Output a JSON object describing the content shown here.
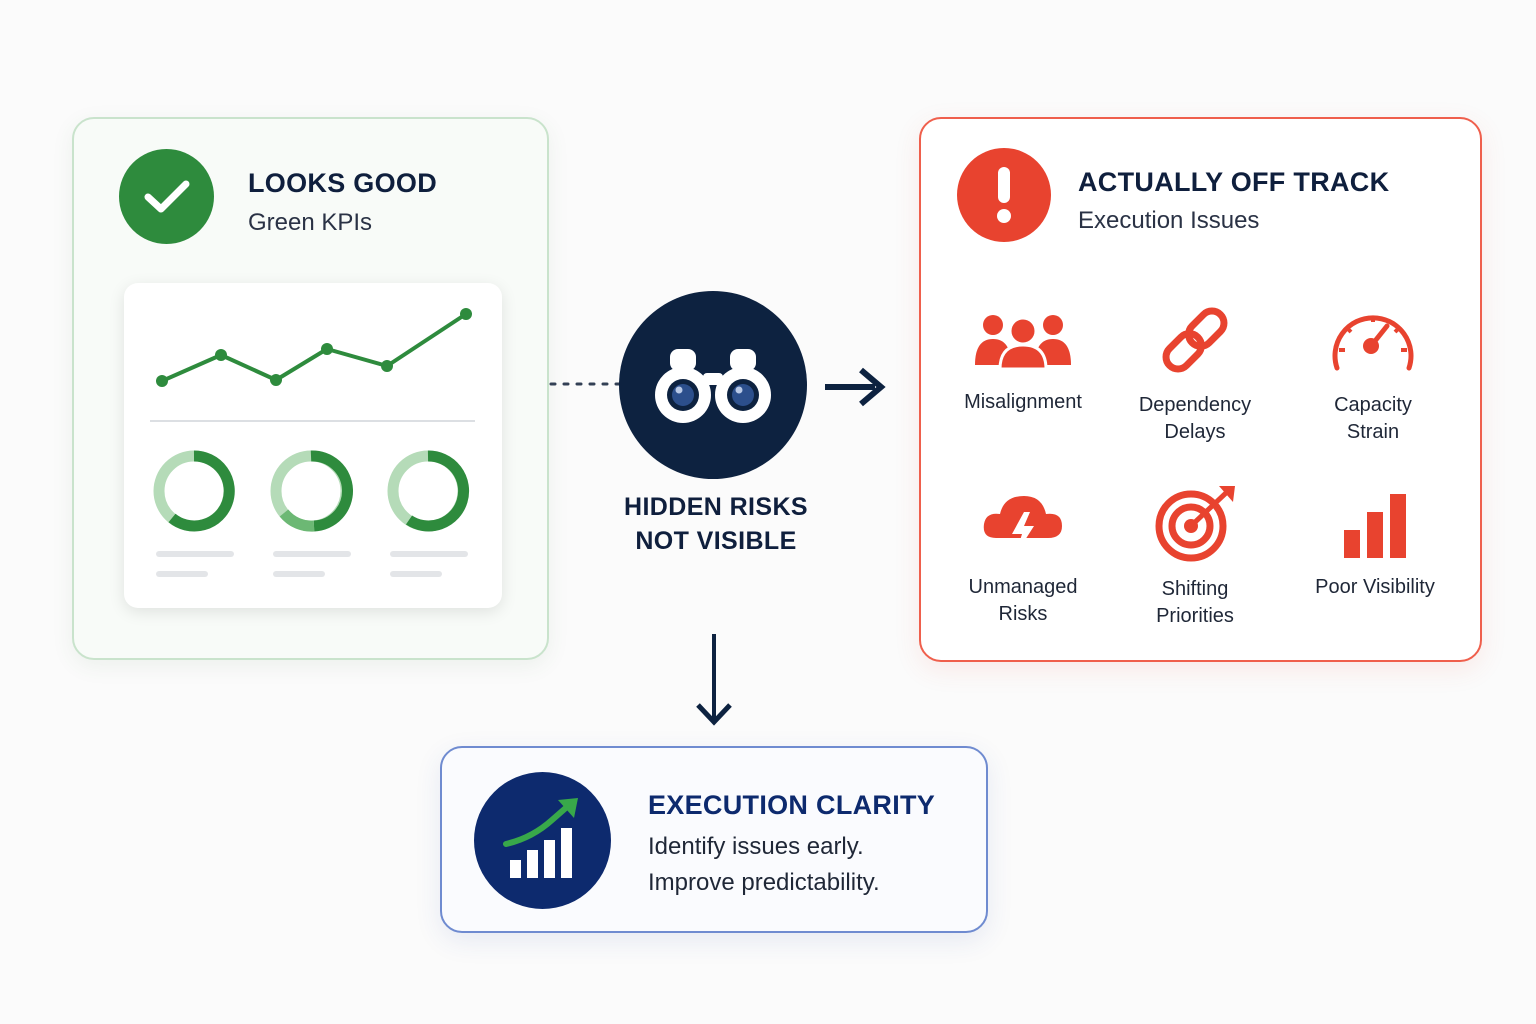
{
  "looks_good": {
    "title": "LOOKS GOOD",
    "subtitle": "Green KPIs",
    "icon": "check-circle-icon",
    "color": "#2e8b3d"
  },
  "hidden": {
    "line1": "HIDDEN RISKS",
    "line2": "NOT VISIBLE",
    "icon": "binoculars-icon",
    "color": "#0d2240"
  },
  "off_track": {
    "title": "ACTUALLY OFF TRACK",
    "subtitle": "Execution Issues",
    "icon": "exclamation-circle-icon",
    "color": "#e8432f",
    "issues": [
      {
        "label": "Misalignment",
        "icon": "people-icon"
      },
      {
        "label": "Dependency\nDelays",
        "icon": "chain-link-icon"
      },
      {
        "label": "Capacity\nStrain",
        "icon": "gauge-icon"
      },
      {
        "label": "Unmanaged\nRisks",
        "icon": "storm-cloud-icon"
      },
      {
        "label": "Shifting\nPriorities",
        "icon": "target-icon"
      },
      {
        "label": "Poor Visibility",
        "icon": "bar-chart-icon"
      }
    ]
  },
  "clarity": {
    "title": "EXECUTION CLARITY",
    "line1": "Identify issues early.",
    "line2": "Improve predictability.",
    "icon": "growth-chart-icon",
    "color": "#0d2a6e"
  }
}
